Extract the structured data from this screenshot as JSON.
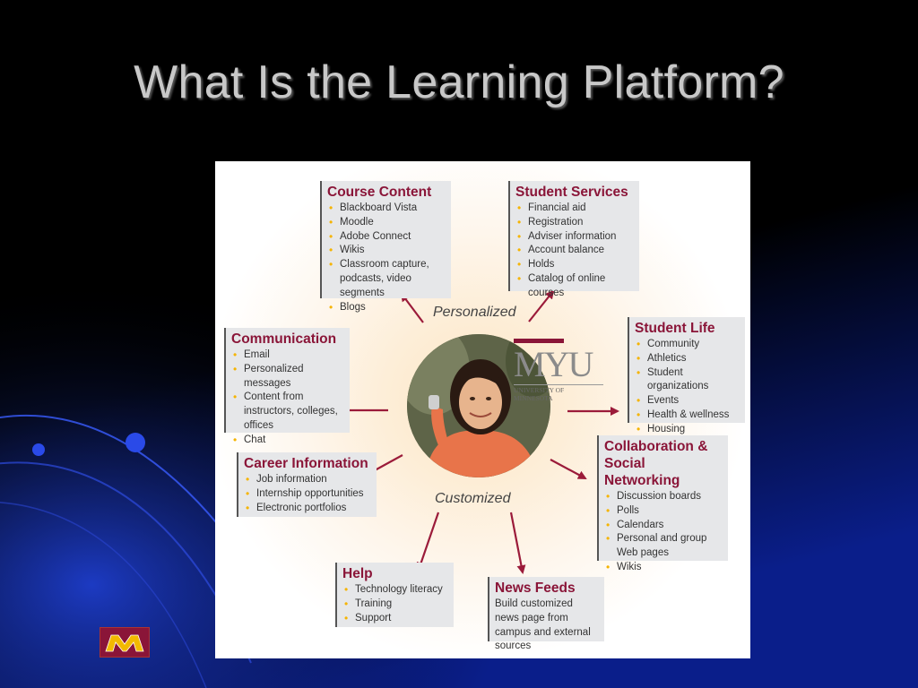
{
  "slide": {
    "title": "What Is the Learning Platform?"
  },
  "diagram": {
    "center_labels": {
      "top": "Personalized",
      "bottom": "Customized"
    },
    "logo": {
      "wordmark": "MYU",
      "subtitle": "UNIVERSITY OF MINNESOTA"
    },
    "boxes": {
      "course_content": {
        "title": "Course Content",
        "items": [
          "Blackboard Vista",
          "Moodle",
          "Adobe Connect",
          "Wikis",
          "Classroom capture, podcasts, video segments",
          "Blogs"
        ]
      },
      "student_services": {
        "title": "Student Services",
        "items": [
          "Financial aid",
          "Registration",
          "Adviser information",
          "Account balance",
          "Holds",
          "Catalog of online courses"
        ]
      },
      "communication": {
        "title": "Communication",
        "items": [
          "Email",
          "Personalized messages",
          "Content from instructors, colleges, offices",
          "Chat"
        ]
      },
      "student_life": {
        "title": "Student Life",
        "items": [
          "Community",
          "Athletics",
          "Student organizations",
          "Events",
          "Health & wellness",
          "Housing"
        ]
      },
      "career_information": {
        "title": "Career Information",
        "items": [
          "Job information",
          "Internship opportunities",
          "Electronic portfolios"
        ]
      },
      "collaboration": {
        "title_line1": "Collaboration &",
        "title_line2": "Social Networking",
        "items": [
          "Discussion boards",
          "Polls",
          "Calendars",
          "Personal and group Web pages",
          "Wikis"
        ]
      },
      "help": {
        "title": "Help",
        "items": [
          "Technology literacy",
          "Training",
          "Support"
        ]
      },
      "news_feeds": {
        "title": "News Feeds",
        "text": "Build customized news page from campus and external sources"
      }
    },
    "colors": {
      "title_red": "#8a1538",
      "bullet_gold": "#f5b400",
      "arrow_red": "#9b1b3a"
    }
  },
  "icons": {
    "slide_logo": "university-m-logo-icon",
    "portrait": "student-portrait-icon"
  }
}
